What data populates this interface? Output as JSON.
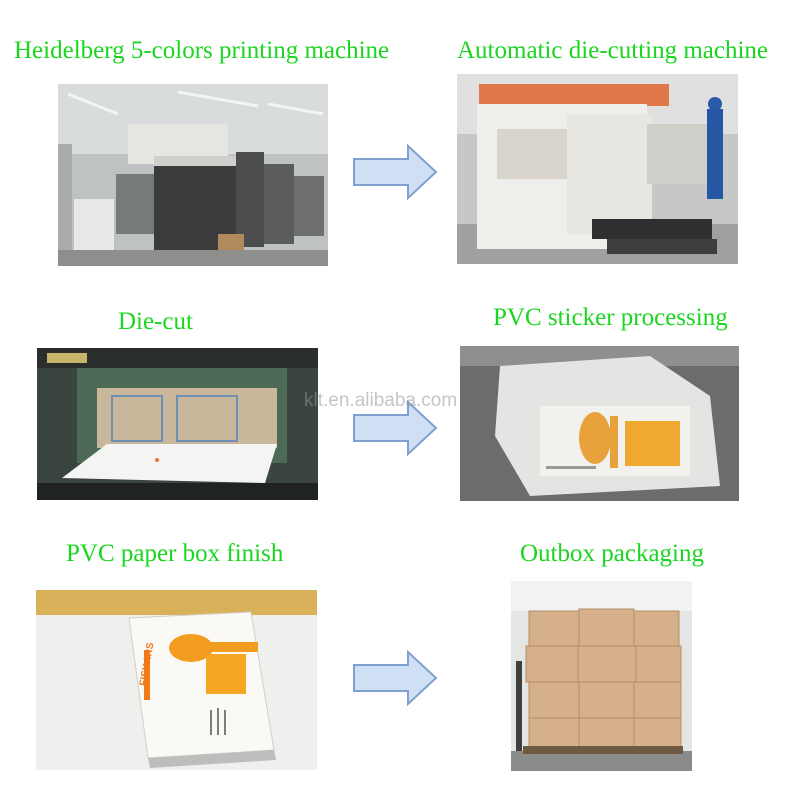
{
  "steps": [
    {
      "caption": "Heidelberg 5-colors printing machine"
    },
    {
      "caption": "Automatic die-cutting machine"
    },
    {
      "caption": "Die-cut"
    },
    {
      "caption": "PVC sticker processing"
    },
    {
      "caption": "PVC paper box finish"
    },
    {
      "caption": "Outbox packaging"
    }
  ],
  "box_brand": "FISKARS",
  "watermark": "klt.en.alibaba.com",
  "colors": {
    "caption": "#19d61e",
    "arrow_fill": "#cfe0f5",
    "arrow_stroke": "#7fa1cf"
  }
}
